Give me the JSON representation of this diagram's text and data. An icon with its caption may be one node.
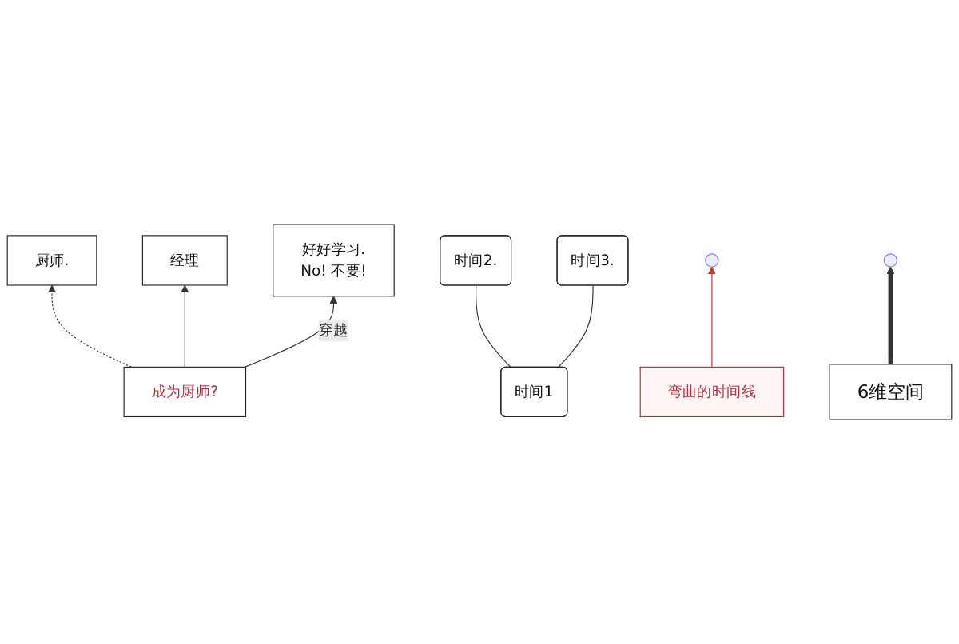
{
  "diagram": {
    "nodes": [
      {
        "text": [
          "厨师."
        ]
      },
      {
        "text": [
          "经理"
        ]
      },
      {
        "text": [
          "好好学习.",
          "No! 不要!"
        ]
      },
      {
        "text": [
          "成为厨师?"
        ]
      },
      {
        "text": [
          "时间3."
        ]
      },
      {
        "text": [
          "时间2."
        ]
      },
      {
        "text": [
          "时间1"
        ]
      },
      {
        "text": [
          "弯曲的时间线"
        ]
      },
      {
        "text": [
          "6维空间"
        ]
      }
    ],
    "edges": [
      {
        "from": 3,
        "to": 0,
        "arrow": "to",
        "style": "dashed"
      },
      {
        "from": 3,
        "to": 1,
        "arrow": "to"
      },
      {
        "from": 3,
        "to": 2,
        "arrow": "to",
        "label": "穿越"
      },
      {
        "from": 6,
        "to": 5,
        "arrow": "none"
      },
      {
        "from": 6,
        "to": 4,
        "arrow": "none"
      },
      {
        "from": 7,
        "to": null,
        "arrow": "to",
        "color": "#c0392b"
      },
      {
        "from": 8,
        "to": null,
        "arrow": "to",
        "style": "thick"
      }
    ]
  }
}
